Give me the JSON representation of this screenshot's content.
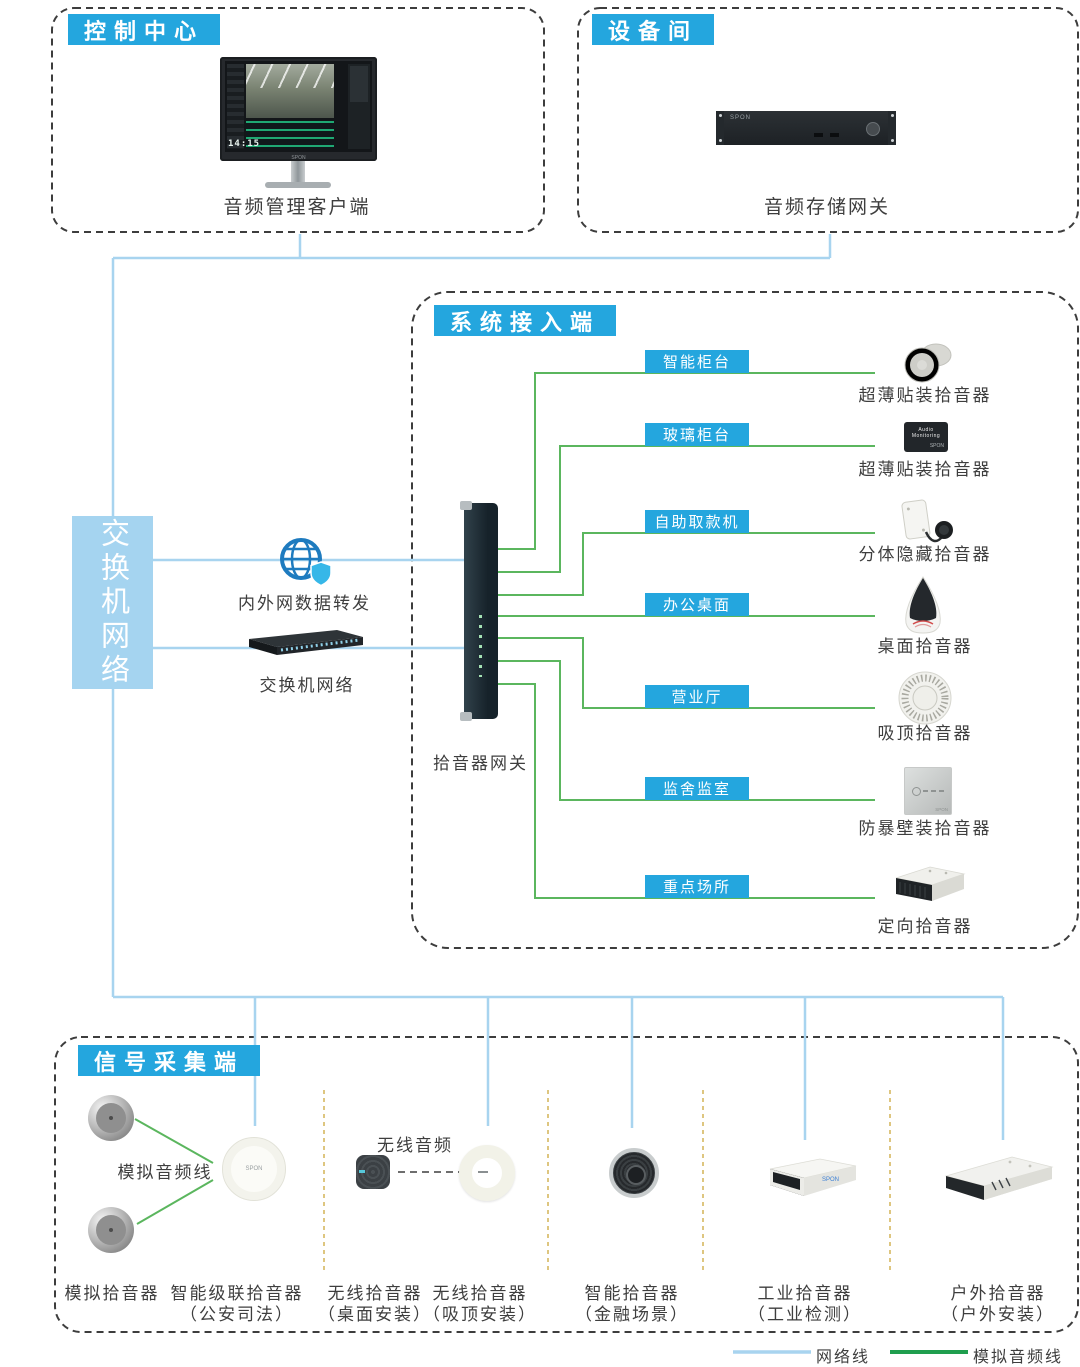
{
  "colors": {
    "accent_blue": "#24A6DE",
    "network_line_blue": "#A8D4EF",
    "audio_line_green": "#5BB65E",
    "legend_green": "#1F9E4E",
    "separator_yellow": "#DBC072",
    "border_gray": "#3D3D3D",
    "panel_blue": "#A5D4F0"
  },
  "control_center": {
    "title": "控制中心",
    "device": "音频管理客户端",
    "screen_time": "14:15",
    "brand": "SPON"
  },
  "equipment_room": {
    "title": "设备间",
    "device": "音频存储网关",
    "brand": "SPON"
  },
  "access": {
    "title": "系统接入端",
    "gateway": "拾音器网关",
    "rows": [
      {
        "scene": "智能柜台",
        "device": "超薄贴装拾音器"
      },
      {
        "scene": "玻璃柜台",
        "device": "超薄贴装拾音器"
      },
      {
        "scene": "自助取款机",
        "device": "分体隐藏拾音器"
      },
      {
        "scene": "办公桌面",
        "device": "桌面拾音器"
      },
      {
        "scene": "营业厅",
        "device": "吸顶拾音器"
      },
      {
        "scene": "监舍监室",
        "device": "防暴壁装拾音器"
      },
      {
        "scene": "重点场所",
        "device": "定向拾音器"
      }
    ],
    "audio_monitoring_device": {
      "line1": "Audio Monitoring",
      "line2": "SPON"
    }
  },
  "switch_area": {
    "panel": "交换机网络",
    "forward": "内外网数据转发",
    "switch": "交换机网络"
  },
  "collection": {
    "title": "信号采集端",
    "analog_line": "模拟音频线",
    "wireless_link": "无线音频",
    "cascade_brand": "SPON",
    "groups": [
      {
        "name": "模拟拾音器",
        "sub": ""
      },
      {
        "name": "智能级联拾音器",
        "sub": "（公安司法）"
      },
      {
        "name": "无线拾音器",
        "sub": "（桌面安装）"
      },
      {
        "name": "无线拾音器",
        "sub": "（吸顶安装）"
      },
      {
        "name": "智能拾音器",
        "sub": "（金融场景）"
      },
      {
        "name": "工业拾音器",
        "sub": "（工业检测）"
      },
      {
        "name": "户外拾音器",
        "sub": "（户外安装）"
      }
    ]
  },
  "legend": {
    "network": "网络线",
    "analog": "模拟音频线"
  }
}
